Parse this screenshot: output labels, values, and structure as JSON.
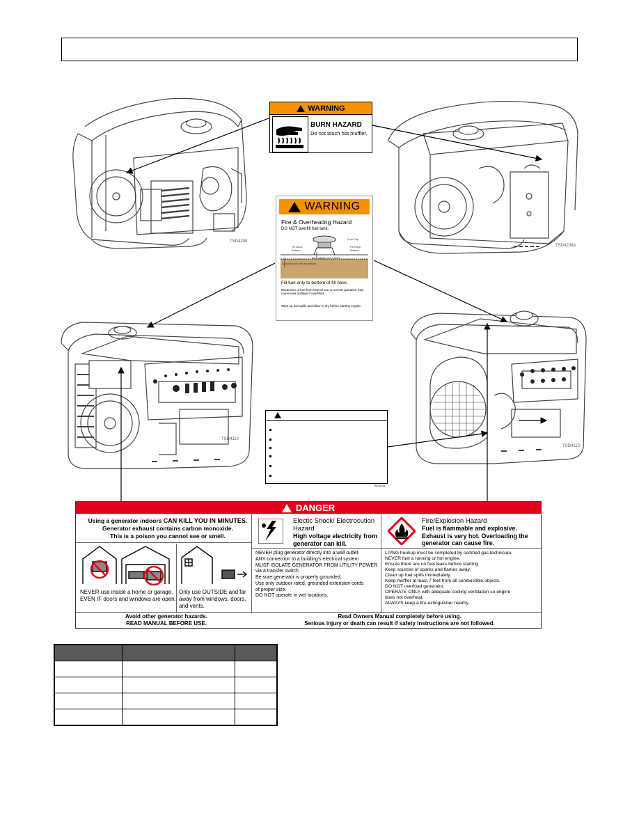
{
  "header": {
    "title": ""
  },
  "generator_views": [
    {
      "id": "top-left",
      "code": "TSD4208"
    },
    {
      "id": "top-right",
      "code": "TSD4208A"
    },
    {
      "id": "mid-left",
      "code": "TSD4110"
    },
    {
      "id": "mid-right",
      "code": "TSD4110"
    }
  ],
  "burn_label": {
    "header": "WARNING",
    "title": "BURN HAZARD",
    "text": "Do not touch hot muffler."
  },
  "fuel_label": {
    "header": "WARNING",
    "title": "Fire & Overheating Hazard",
    "subtitle": "DO NOT overfill fuel tank.",
    "fuel_cap": "Fuel Cap",
    "fill_neck_left": "Fill Neck Bottom",
    "fill_neck_right": "Fill Neck Bottom",
    "max_fill": "MAXIMUM FILL LEVEL",
    "air_space": "Air space for fuel expansion",
    "instruction": "Fill fuel only to bottom of fill neck.",
    "expansion": "Expansion of fuel from heat of sun or normal operation may cause tank spillage if overfilled.",
    "wipe": "Wipe up fuel spills and allow to dry before starting engine."
  },
  "blank_label": {
    "code": "TSD4208"
  },
  "danger_label": {
    "header": "DANGER",
    "indoor_line1_prefix": "Using a generator indoors ",
    "indoor_line1_bold": "CAN KILL YOU IN MINUTES.",
    "indoor_line2": "Generator exhaust contains carbon monoxide.",
    "indoor_line3": "This is a poison you cannot see or smell.",
    "never_inside": "NEVER use inside a home or garage.  EVEN IF doors and windows are open.",
    "only_outside": "Only use OUTSIDE and far away from windows, doors, and vents.",
    "shock_title": "Electic Shock/ Electrocution Hazard",
    "shock_sub": "High voltage electricity from generator can kill.",
    "shock_body": [
      "NEVER plug generator directly into a wall outlet.",
      "ANY connection to a building's electrical system",
      "MUST ISOLATE GENERATOR FROM UTILITY POWER",
      "via a transfer switch.",
      "Be sure generator is properly grounded.",
      "Use only outdoor rated, grounded extension cords",
      "of proper size.",
      "DO NOT operate in wet locations."
    ],
    "fire_title": "Fire/Explosion Hazard",
    "fire_sub": "Fuel is flammable and explosive. Exhaust is very hot.  Overloading the generator can cause fire.",
    "fire_body": [
      "LP/NG hookup must be completed by certified gas technician.",
      "NEVER fuel a running or hot engine.",
      "Ensure there are no fuel leaks before starting.",
      "Keep sources of sparks and flames away.",
      "Clean up fuel spills immediately.",
      "Keep muffler at least 7 feet from all combustible objects.",
      "DO NOT overload generator.",
      "OPERATE ONLY with adequate cooling ventilation so engine",
      "does not overheat.",
      "ALWAYS keep a fire extinguisher nearby."
    ],
    "footer_left_1": "Avoid other generator hazards.",
    "footer_left_2": "READ MANUAL BEFORE USE.",
    "footer_right_1": "Read Owners Manual completely before using.",
    "footer_right_2": "Serious injury or death can result if safety instructions are not followed."
  },
  "colors": {
    "warning_orange": "#f39200",
    "danger_red": "#e2001a",
    "table_header": "#595959"
  },
  "spec_table": {
    "headers": [
      "",
      "",
      ""
    ],
    "rows": [
      [
        "",
        "",
        ""
      ],
      [
        "",
        "",
        ""
      ],
      [
        "",
        "",
        ""
      ],
      [
        "",
        "",
        ""
      ]
    ]
  }
}
